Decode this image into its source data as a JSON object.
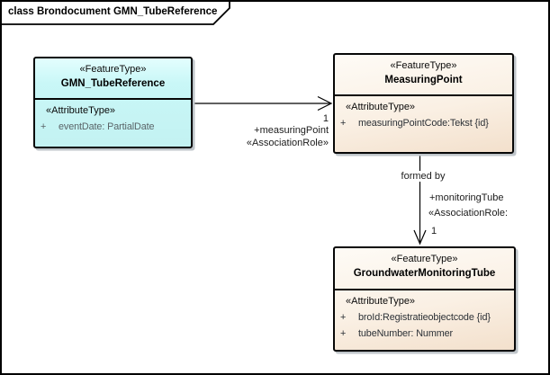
{
  "frame": {
    "title": "class Brondocument GMN_TubeReference"
  },
  "classes": [
    {
      "stereotype": "«FeatureType»",
      "name": "GMN_TubeReference",
      "attr_stereotype": "«AttributeType»",
      "attributes": [
        {
          "visibility": "+",
          "text": "eventDate: PartialDate"
        }
      ]
    },
    {
      "stereotype": "«FeatureType»",
      "name": "MeasuringPoint",
      "attr_stereotype": "«AttributeType»",
      "attributes": [
        {
          "visibility": "+",
          "text": "measuringPointCode:Tekst {id}"
        }
      ]
    },
    {
      "stereotype": "«FeatureType»",
      "name": "GroundwaterMonitoringTube",
      "attr_stereotype": "«AttributeType»",
      "attributes": [
        {
          "visibility": "+",
          "text": "broId:Registratieobjectcode {id}"
        },
        {
          "visibility": "+",
          "text": "tubeNumber: Nummer"
        }
      ]
    }
  ],
  "associations": [
    {
      "source": "GMN_TubeReference",
      "target": "MeasuringPoint",
      "labels": {
        "multiplicity": "1",
        "role": "+measuringPoint",
        "stereotype": "«AssociationRole»"
      }
    },
    {
      "source": "MeasuringPoint",
      "target": "GroundwaterMonitoringTube",
      "name": "formed by",
      "labels": {
        "role": "+monitoringTube",
        "stereotype": "«AssociationRole:",
        "multiplicity": "1"
      }
    }
  ],
  "colors": {
    "background": "#FFFFFF",
    "frame_border": "#000000",
    "class_border": "#070707",
    "class_fill_cyan_top": "#E3FEFE",
    "class_fill_cyan": "#C9F7F7",
    "class_fill_beige_top": "#FEFBF6",
    "class_fill_beige_bottom": "#F3E0CC",
    "box_shadow": "#BFC5CA",
    "attribute_text_cyan": "#5A6468",
    "attribute_text_beige": "#2B3036",
    "label_text": "#1C1C1C"
  }
}
